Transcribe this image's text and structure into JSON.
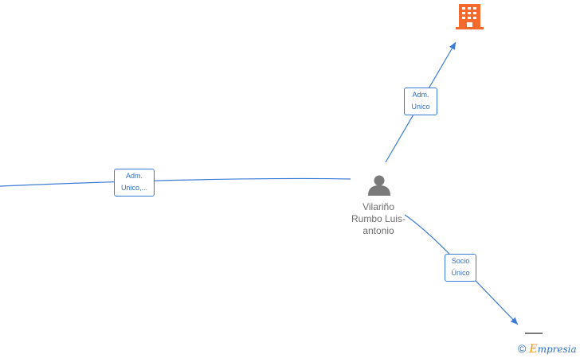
{
  "colors": {
    "edge": "#3a7bd5",
    "company": "#f26a2e",
    "person": "#7a7a7a",
    "brand_accent": "#f39200"
  },
  "person": {
    "name_lines": [
      "Vilariño",
      "Rumbo Luis-",
      "antonio"
    ],
    "icon": "person-icon"
  },
  "company": {
    "icon": "building-icon"
  },
  "edges": [
    {
      "id": "to-company-top",
      "label_lines": [
        "Adm.",
        "Unico"
      ]
    },
    {
      "id": "to-left",
      "label_lines": [
        "Adm.",
        "Unico,..."
      ]
    },
    {
      "id": "to-bottom-right",
      "label_lines": [
        "Socio",
        "Único"
      ]
    }
  ],
  "footer": {
    "symbol": "©",
    "brand_first": "E",
    "brand_rest": "mpresia"
  }
}
